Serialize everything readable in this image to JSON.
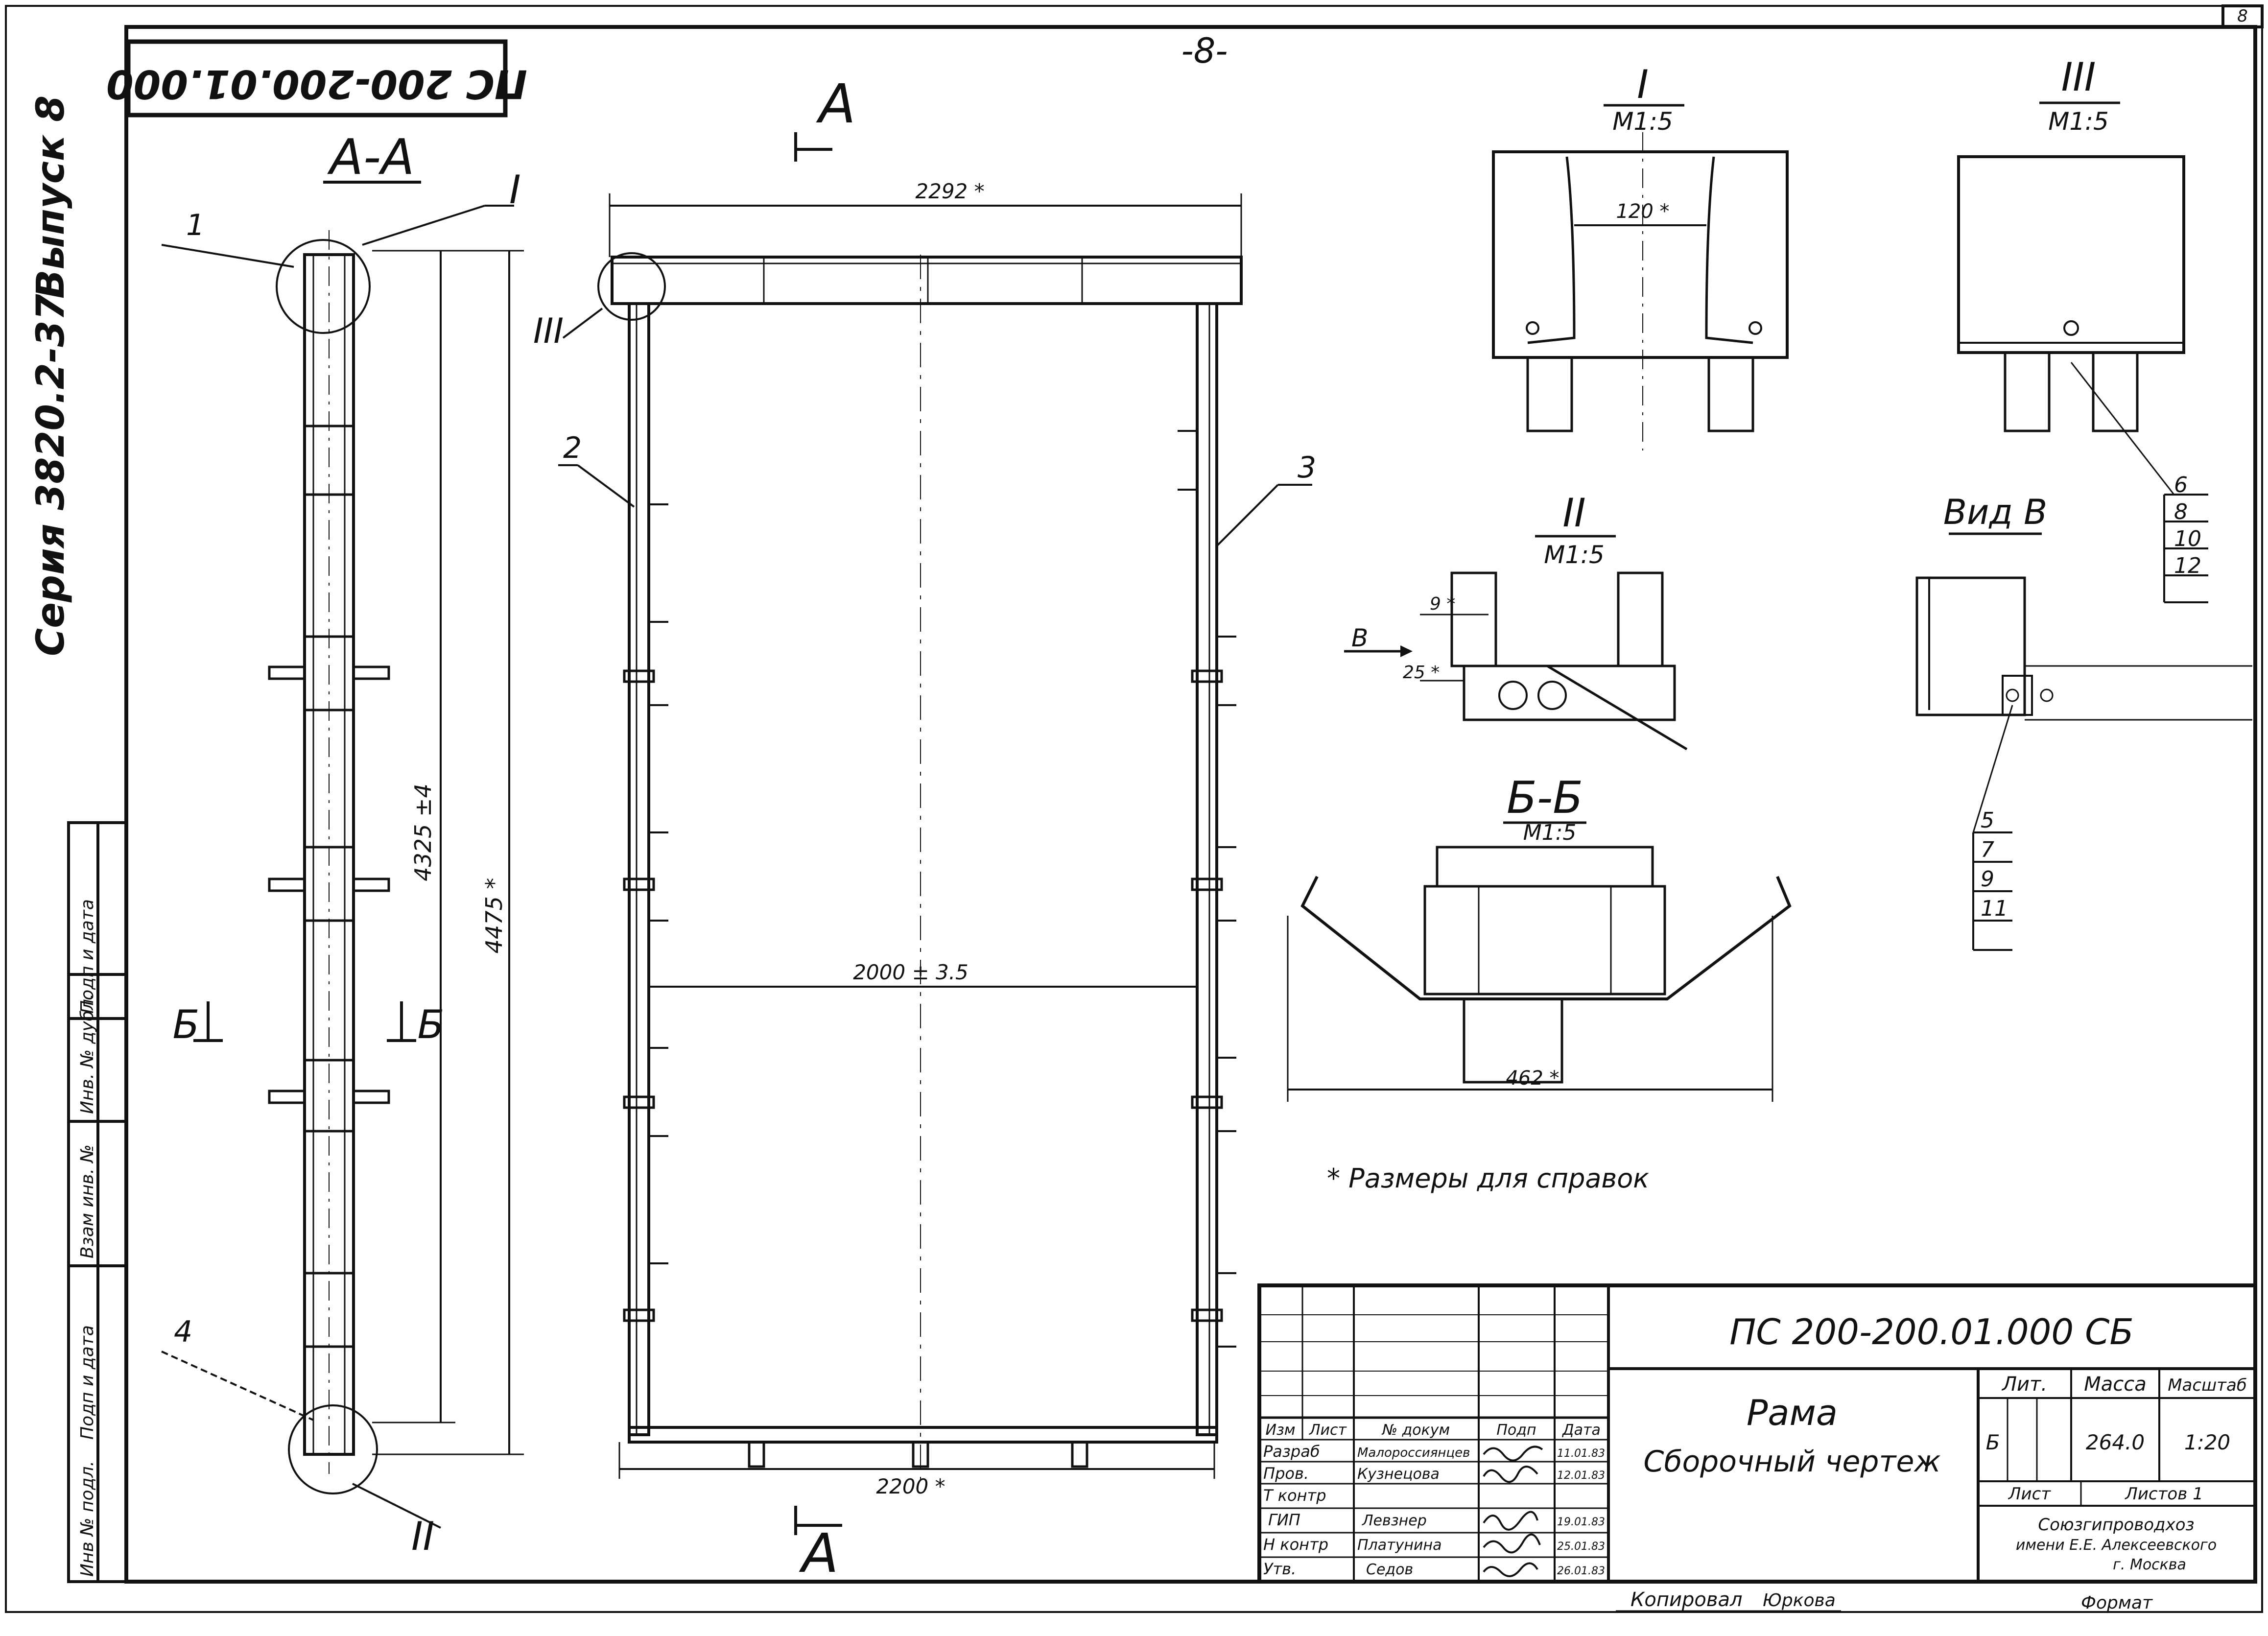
{
  "sheet": {
    "page_mark": "-8-",
    "corner_number": "8",
    "stamp_code_mirrored": "ПС 200-200.01.000",
    "note": "* Размеры для справок",
    "copied_by": "Копировал",
    "copier_name": "Юркова",
    "format_label": "Формат"
  },
  "side_stamp": {
    "series": "Серия 3820.2-37",
    "issue": "Выпуск 8"
  },
  "left_margin_table": {
    "cells": [
      "Инв № подл.",
      "Подп и дата",
      "Взам инв. №",
      "Инв. № дубл.",
      "Подп и дата"
    ]
  },
  "views": {
    "section_aa": {
      "title": "А-А",
      "callout_I": "I",
      "callout_II": "II",
      "pos_1": "1",
      "pos_4": "4",
      "dim_inner": "4325 ±4",
      "dim_outer": "4475 *",
      "cut_b_left": "Б",
      "cut_b_right": "Б"
    },
    "front": {
      "cut_a_top": "А",
      "cut_a_bottom": "А",
      "dim_top": "2292 *",
      "dim_bottom": "2200 *",
      "dim_middle": "2000 ± 3.5",
      "callout_III": "III",
      "pos_2": "2",
      "pos_3": "3"
    },
    "detail_I": {
      "title": "I",
      "scale": "М1:5",
      "dim": "120 *"
    },
    "detail_III": {
      "title": "III",
      "scale": "М1:5",
      "positions": [
        "6",
        "8",
        "10",
        "12"
      ]
    },
    "detail_II": {
      "title": "II",
      "scale": "М1:5",
      "dim_a": "9 *",
      "dim_b": "25 *",
      "view_mark": "В"
    },
    "view_b": {
      "title": "Вид В",
      "positions": [
        "5",
        "7",
        "9",
        "11"
      ]
    },
    "section_bb": {
      "title": "Б-Б",
      "scale": "М1:5",
      "dim": "462 *"
    }
  },
  "title_block": {
    "designation": "ПС 200-200.01.000 СБ",
    "name": "Рама",
    "doc_type": "Сборочный чертеж",
    "header_cols": [
      "Изм",
      "Лист",
      "№ докум",
      "Подп",
      "Дата"
    ],
    "signers": [
      {
        "role": "Разраб",
        "name": "Малороссиянцев",
        "date": "11.01.83"
      },
      {
        "role": "Пров.",
        "name": "Кузнецова",
        "date": "12.01.83"
      },
      {
        "role": "Т контр",
        "name": "",
        "date": ""
      },
      {
        "role": "ГИП",
        "name": "Левзнер",
        "date": "19.01.83"
      },
      {
        "role": "Н контр",
        "name": "Платунина",
        "date": "25.01.83"
      },
      {
        "role": "Утв.",
        "name": "Седов",
        "date": "26.01.83"
      }
    ],
    "lit_label": "Лит.",
    "mass_label": "Масса",
    "scale_label": "Масштаб",
    "lit_value": "Б",
    "mass_value": "264.0",
    "scale_value": "1:20",
    "sheet_label": "Лист",
    "sheets_label": "Листов 1",
    "org_line1": "Союзгипроводхоз",
    "org_line2": "имени Е.Е. Алексеевского",
    "org_line3": "г. Москва"
  }
}
